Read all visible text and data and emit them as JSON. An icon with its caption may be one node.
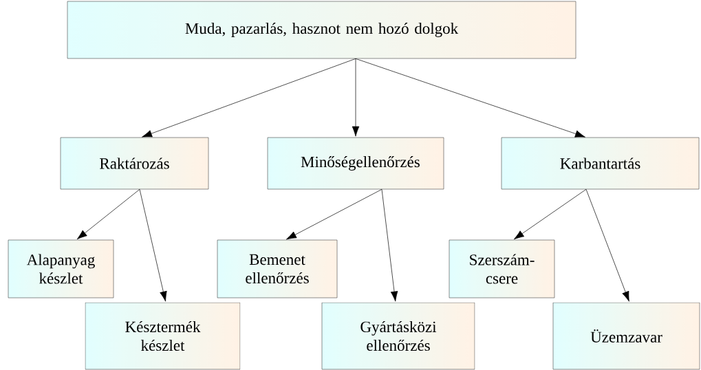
{
  "diagram": {
    "nodes": [
      {
        "text": [
          "Muda, pazarlás, hasznot nem hozó dolgok"
        ]
      },
      {
        "text": [
          "Raktározás"
        ]
      },
      {
        "text": [
          "Minőségellenőrzés"
        ]
      },
      {
        "text": [
          "Karbantartás"
        ]
      },
      {
        "text": [
          "Alapanyag készlet"
        ]
      },
      {
        "text": [
          "Késztermék készlet"
        ]
      },
      {
        "text": [
          "Bemenet ellenőrzés"
        ]
      },
      {
        "text": [
          "Gyártásközi ellenőrzés"
        ]
      },
      {
        "text": [
          "Szerszám- csere"
        ]
      },
      {
        "text": [
          "Üzemzavar"
        ]
      }
    ],
    "edges": [
      {
        "from": 0,
        "to": 1,
        "arrow": "to"
      },
      {
        "from": 0,
        "to": 2,
        "arrow": "to"
      },
      {
        "from": 0,
        "to": 3,
        "arrow": "to"
      },
      {
        "from": 1,
        "to": 4,
        "arrow": "to"
      },
      {
        "from": 1,
        "to": 5,
        "arrow": "to"
      },
      {
        "from": 2,
        "to": 6,
        "arrow": "to"
      },
      {
        "from": 2,
        "to": 7,
        "arrow": "to"
      },
      {
        "from": 3,
        "to": 8,
        "arrow": "to"
      },
      {
        "from": 3,
        "to": 9,
        "arrow": "to"
      }
    ]
  }
}
